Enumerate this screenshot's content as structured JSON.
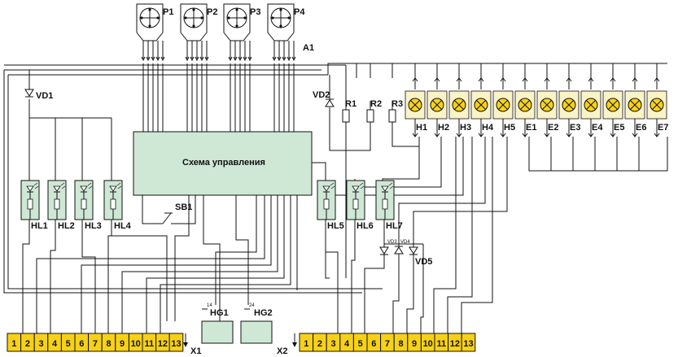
{
  "colors": {
    "terminal_fill": "#f7d117",
    "block_fill": "#cfe8d6",
    "lamp_fill": "#f7d117",
    "wire": "#111111"
  },
  "control_block": {
    "label": "Схема управления"
  },
  "pressure_switches": [
    {
      "label": "P1"
    },
    {
      "label": "P2"
    },
    {
      "label": "P3"
    },
    {
      "label": "P4"
    }
  ],
  "connector_a1": {
    "label": "A1"
  },
  "diodes": {
    "vd1": "VD1",
    "vd2": "VD2",
    "vd3": "VD3",
    "vd4": "VD4",
    "vd5": "VD5"
  },
  "resistors": {
    "r1": "R1",
    "r2": "R2",
    "r3": "R3"
  },
  "indicator_lamps": [
    "H1",
    "H2",
    "H3",
    "H4",
    "H5",
    "E1",
    "E2",
    "E3",
    "E4",
    "E5",
    "E6",
    "E7"
  ],
  "optocouplers_left": [
    "HL1",
    "HL2",
    "HL3",
    "HL4"
  ],
  "optocouplers_right": [
    "HL5",
    "HL6",
    "HL7"
  ],
  "switch_sb1": "SB1",
  "hour_meters": [
    {
      "label": "HG1",
      "pin": "14"
    },
    {
      "label": "HG2",
      "pin": "24"
    }
  ],
  "terminal_blocks": [
    {
      "label": "X1",
      "terminals": [
        "1",
        "2",
        "3",
        "4",
        "5",
        "6",
        "7",
        "8",
        "9",
        "10",
        "11",
        "12",
        "13"
      ]
    },
    {
      "label": "X2",
      "terminals": [
        "1",
        "2",
        "3",
        "4",
        "5",
        "6",
        "7",
        "8",
        "9",
        "10",
        "11",
        "12",
        "13"
      ]
    }
  ]
}
